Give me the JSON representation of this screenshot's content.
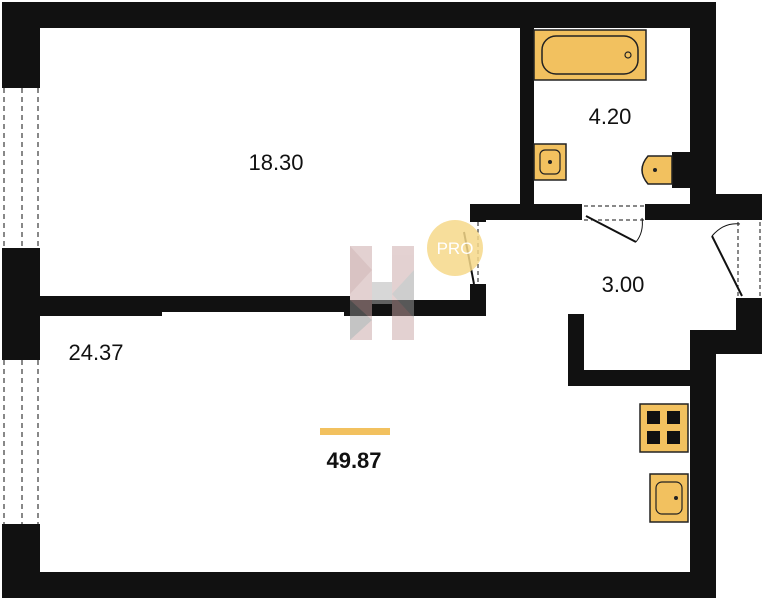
{
  "rooms": {
    "bedroom": {
      "area": "18.30"
    },
    "bathroom": {
      "area": "4.20"
    },
    "hallway": {
      "area": "3.00"
    },
    "living_kitchen": {
      "area": "24.37"
    }
  },
  "total": {
    "area": "49.87"
  },
  "badge": {
    "text": "PRO"
  },
  "colors": {
    "wall": "#111111",
    "fixture": "#f2c15f",
    "fixture_outline": "#222222",
    "total_bar": "#f2c15f",
    "badge": "#f6d889"
  },
  "icons": {
    "logo": "pixel-h-logo",
    "badge": "pro-badge-circle"
  }
}
